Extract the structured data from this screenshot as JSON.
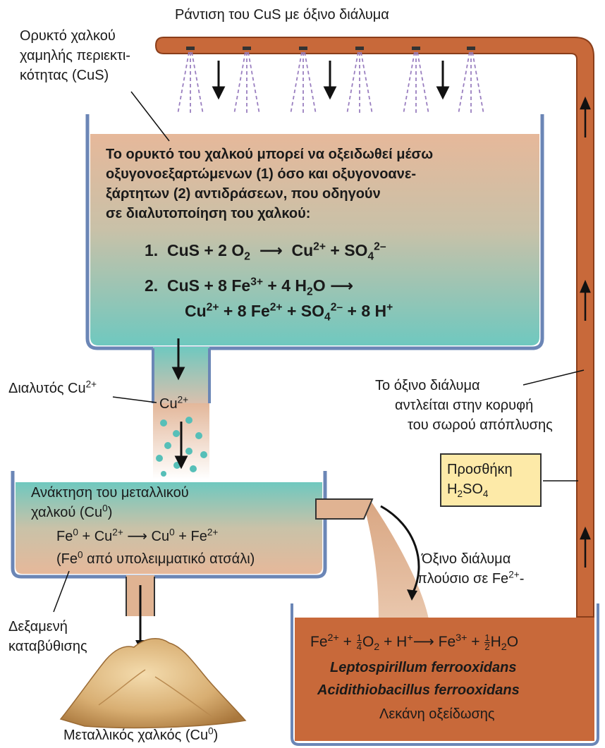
{
  "labels": {
    "spray_title": "Ράντιση του CuS με όξινο διάλυμα",
    "ore_line1": "Ορυκτό χαλκού",
    "ore_line2": "χαμηλής περιεκτι-",
    "ore_line3": "κότητας (CuS)",
    "tank_text_line1": "Το ορυκτό του χαλκού μπορεί να οξειδωθεί μέσω",
    "tank_text_line2": "οξυγονοεξαρτώμενων (1) όσο και οξυγονοανε-",
    "tank_text_line3": "ξάρτητων (2) αντιδράσεων, που οδηγούν",
    "tank_text_line4": "σε διαλυτοποίηση του χαλκού:",
    "dissolved_cu": "Διαλυτός Cu",
    "cu_in_pipe": "Cu",
    "recovery_line1": "Ανάκτηση του μεταλλικού",
    "recovery_line2": "χαλκού (Cu",
    "scrap_prefix": "(Fe",
    "scrap_suffix": " από υπολειμματικό ατσάλι)",
    "settling_line1": "Δεξαμενή",
    "settling_line2": "καταβύθισης",
    "metallic_copper": "Μεταλλικός χαλκός (Cu",
    "pumped_line1": "Το όξινο διάλυμα",
    "pumped_line2": "αντλείται στην κορυφή",
    "pumped_line3": "του σωρού απόπλυσης",
    "add_acid_line1": "Προσθήκη",
    "acidic_line1": "Όξινο διάλυμα",
    "acidic_line2": "πλούσιο σε  Fe",
    "organism1": "Leptospirillum ferrooxidans",
    "organism2": "Acidithiobacillus ferrooxidans",
    "oxidation_pond": "Λεκάνη οξείδωσης"
  },
  "colors": {
    "pipe": "#c8693a",
    "pipe_dark": "#8a3e1a",
    "tank_wall": "#6b86b6",
    "ore_tan": "#e5b99a",
    "solution_teal": "#6fc8bf",
    "pond_fill": "#c8693a",
    "spray": "#9a7fc0",
    "acid_box": "#fdeaa8"
  }
}
